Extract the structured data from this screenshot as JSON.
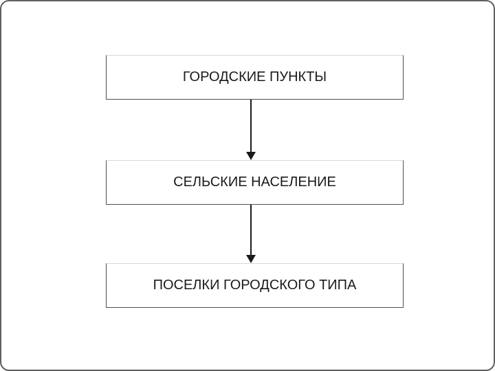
{
  "diagram": {
    "type": "flowchart",
    "direction": "top-down",
    "nodes": [
      {
        "id": "urban-points",
        "label": "ГОРОДСКИЕ ПУНКТЫ"
      },
      {
        "id": "rural-population",
        "label": "СЕЛЬСКИЕ НАСЕЛЕНИЕ"
      },
      {
        "id": "urban-type-settlements",
        "label": "ПОСЕЛКИ ГОРОДСКОГО ТИПА"
      }
    ],
    "edges": [
      {
        "from": "urban-points",
        "to": "rural-population",
        "style": "arrow-down"
      },
      {
        "from": "rural-population",
        "to": "urban-type-settlements",
        "style": "arrow-down"
      }
    ],
    "colors": {
      "background": "#ffffff",
      "frame_border": "#5f5f5f",
      "node_border_dark": "#4f4f4f",
      "node_border_light": "#d8d8d8",
      "text": "#1a1a1a",
      "arrow": "#1a1a1a"
    }
  }
}
